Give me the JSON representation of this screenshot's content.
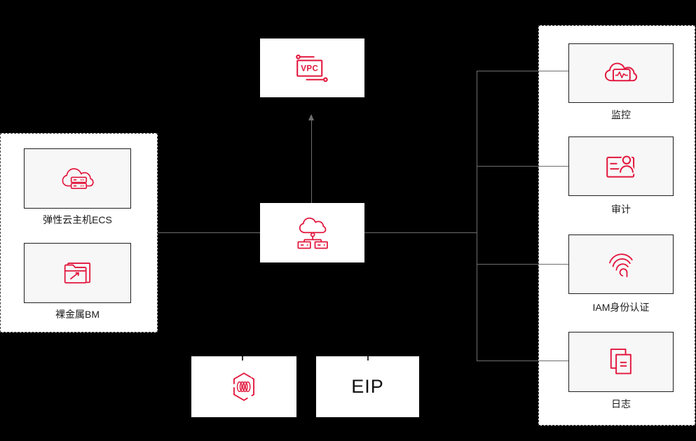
{
  "diagram": {
    "background": "#000000",
    "accent_color": "#e2173d",
    "connector_color": "#6e6e6e",
    "nodes": {
      "vpc": {
        "icon": "vpc-icon",
        "icon_label": "VPC"
      },
      "center": {
        "icon": "cloud-network-icon"
      },
      "hexagon": {
        "icon": "hexagon-coil-icon"
      },
      "eip": {
        "label": "EIP"
      }
    },
    "left_panel": {
      "items": [
        {
          "label": "弹性云主机ECS",
          "icon": "cloud-server-icon"
        },
        {
          "label": "裸金属BM",
          "icon": "folder-scale-icon"
        }
      ]
    },
    "right_panel": {
      "items": [
        {
          "label": "监控",
          "icon": "cloud-monitor-icon"
        },
        {
          "label": "审计",
          "icon": "id-card-audit-icon"
        },
        {
          "label": "IAM身份认证",
          "icon": "fingerprint-icon"
        },
        {
          "label": "日志",
          "icon": "log-files-icon"
        }
      ]
    }
  }
}
